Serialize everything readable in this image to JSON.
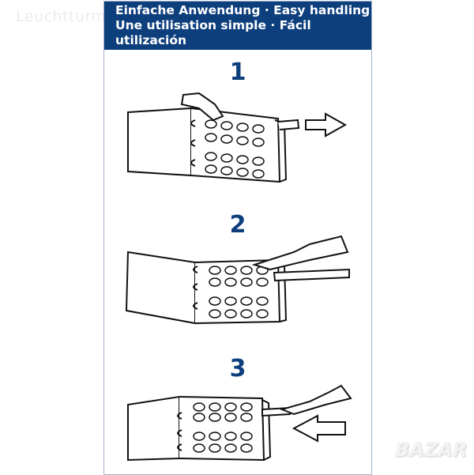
{
  "watermark": "Leuchtturm",
  "header": {
    "line1": "Einfache Anwendung · Easy handling",
    "line2": "Une utilisation simple · Fácil utilización"
  },
  "steps": [
    {
      "number": "1"
    },
    {
      "number": "2"
    },
    {
      "number": "3"
    }
  ],
  "corner_logo": "BAZAR",
  "colors": {
    "header_bg": "#0e3f7d",
    "step_number": "#0e3f7d"
  }
}
